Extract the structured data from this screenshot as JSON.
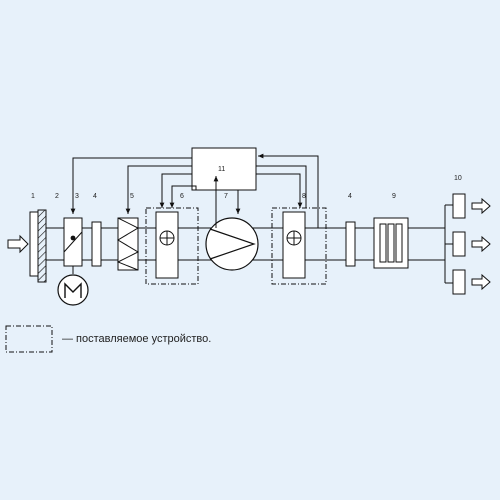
{
  "diagram": {
    "labels": {
      "n1": "1",
      "n2": "2",
      "n3": "3",
      "n4a": "4",
      "n5": "5",
      "n6": "6",
      "n7": "7",
      "n8": "8",
      "n4b": "4",
      "n9": "9",
      "n10": "10",
      "n11": "11"
    },
    "legend": {
      "text": "— поставляемое устройство."
    },
    "colors": {
      "background": "#e7f1fa",
      "line": "#111111"
    }
  }
}
